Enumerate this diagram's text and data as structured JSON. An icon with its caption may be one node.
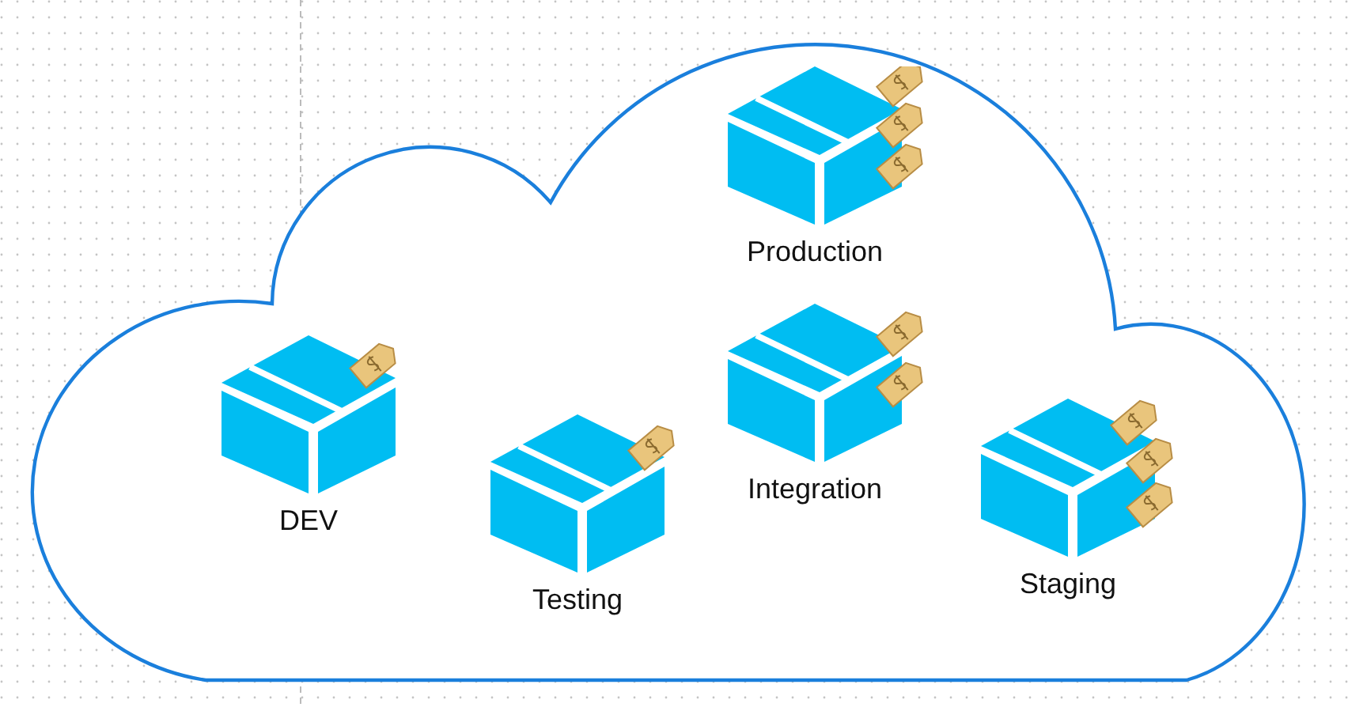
{
  "diagram": {
    "nodes": [
      {
        "text": [],
        "shape": "cloud"
      },
      {
        "text": [
          "DEV"
        ],
        "in": 0
      },
      {
        "text": [
          "Testing"
        ],
        "in": 0
      },
      {
        "text": [
          "Production"
        ],
        "in": 0
      },
      {
        "text": [
          "Integration"
        ],
        "in": 0
      },
      {
        "text": [
          "Staging"
        ],
        "in": 0
      }
    ]
  }
}
